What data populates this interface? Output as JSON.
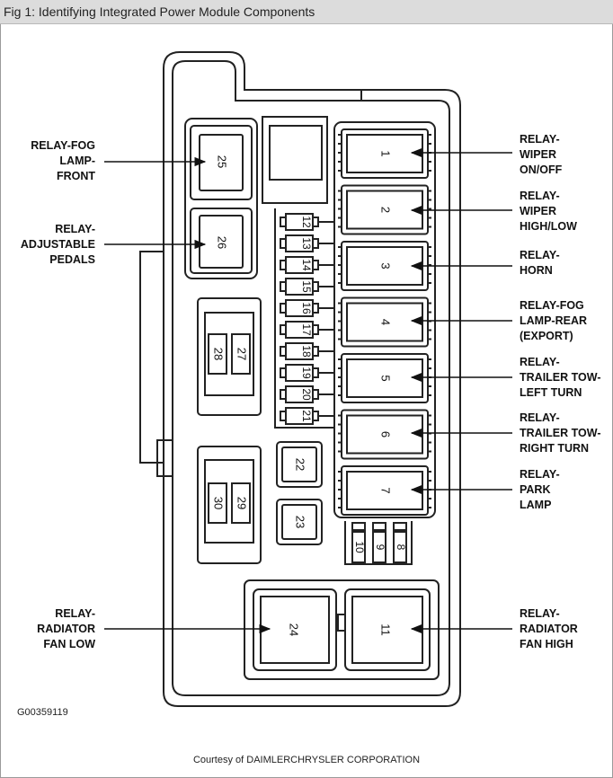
{
  "window": {
    "title": "Fig 1: Identifying Integrated Power Module Components"
  },
  "footer": {
    "doc_id": "G00359119",
    "courtesy": "Courtesy of DAIMLERCHRYSLER CORPORATION"
  },
  "components": {
    "relays_right": [
      "1",
      "2",
      "3",
      "4",
      "5",
      "6",
      "7"
    ],
    "fuses_center": [
      "12",
      "13",
      "14",
      "15",
      "16",
      "17",
      "18",
      "19",
      "20",
      "21"
    ],
    "fuses_bottom": [
      "10",
      "9",
      "8"
    ],
    "relay_fog_front": "25",
    "relay_adj_pedals": "26",
    "fuse_27": "27",
    "fuse_28": "28",
    "fuse_29": "29",
    "fuse_30": "30",
    "fuse_22": "22",
    "fuse_23": "23",
    "relay_fan_low": "24",
    "relay_fan_high": "11"
  },
  "callouts": {
    "left": [
      [
        "RELAY-FOG",
        "LAMP-",
        "FRONT"
      ],
      [
        "RELAY-",
        "ADJUSTABLE",
        "PEDALS"
      ],
      [
        "RELAY-",
        "RADIATOR",
        "FAN LOW"
      ]
    ],
    "right": [
      [
        "RELAY-",
        "WIPER",
        "ON/OFF"
      ],
      [
        "RELAY-",
        "WIPER",
        "HIGH/LOW"
      ],
      [
        "RELAY-",
        "HORN"
      ],
      [
        "RELAY-FOG",
        "LAMP-REAR",
        "(EXPORT)"
      ],
      [
        "RELAY-",
        "TRAILER TOW-",
        "LEFT TURN"
      ],
      [
        "RELAY-",
        "TRAILER TOW-",
        "RIGHT TURN"
      ],
      [
        "RELAY-",
        "PARK",
        "LAMP"
      ],
      [
        "RELAY-",
        "RADIATOR",
        "FAN HIGH"
      ]
    ]
  }
}
